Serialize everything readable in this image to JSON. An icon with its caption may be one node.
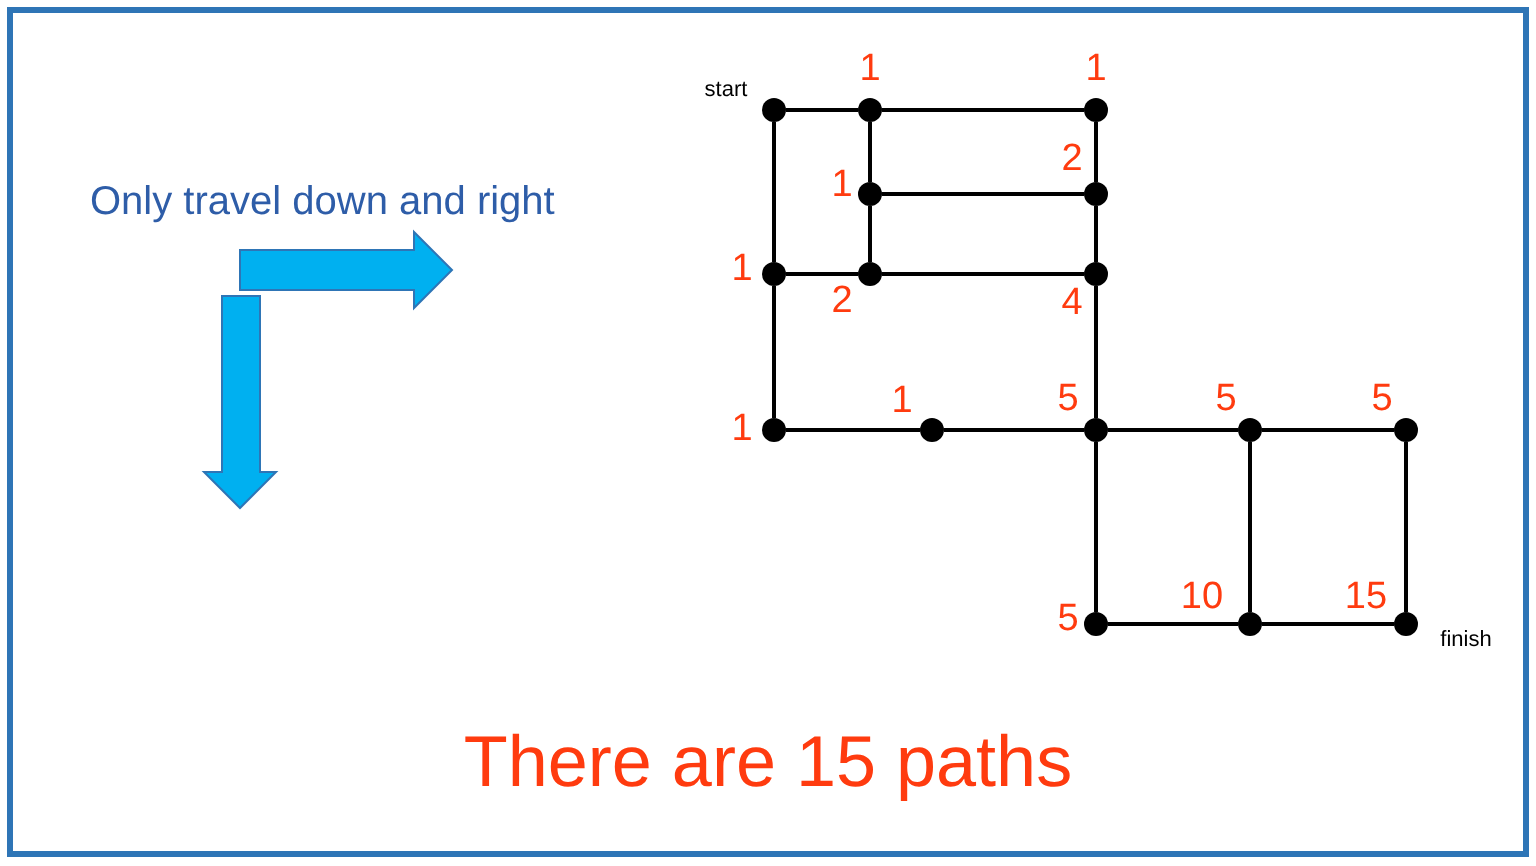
{
  "diagram": {
    "caption": "There are 15 paths",
    "nodes": [
      {
        "text": [],
        "shape": "circle",
        "beside": [
          "start"
        ]
      },
      {
        "text": [],
        "shape": "circle",
        "beside": [
          "1"
        ]
      },
      {
        "text": [],
        "shape": "circle",
        "beside": [
          "1"
        ]
      },
      {
        "text": [],
        "shape": "circle",
        "beside": [
          "1"
        ]
      },
      {
        "text": [],
        "shape": "circle",
        "beside": [
          "2"
        ]
      },
      {
        "text": [],
        "shape": "circle",
        "beside": [
          "1"
        ]
      },
      {
        "text": [],
        "shape": "circle",
        "beside": [
          "2"
        ]
      },
      {
        "text": [],
        "shape": "circle",
        "beside": [
          "4"
        ]
      },
      {
        "text": [],
        "shape": "circle",
        "beside": [
          "1"
        ]
      },
      {
        "text": [],
        "shape": "circle",
        "beside": [
          "1"
        ]
      },
      {
        "text": [],
        "shape": "circle",
        "beside": [
          "5"
        ]
      },
      {
        "text": [],
        "shape": "circle",
        "beside": [
          "5"
        ]
      },
      {
        "text": [],
        "shape": "circle",
        "beside": [
          "5"
        ]
      },
      {
        "text": [],
        "shape": "circle",
        "beside": [
          "5"
        ]
      },
      {
        "text": [],
        "shape": "circle",
        "beside": [
          "10"
        ]
      },
      {
        "text": [],
        "shape": "circle",
        "beside": [
          "15",
          "finish"
        ]
      }
    ],
    "edges": [
      {
        "from": 0,
        "to": 1,
        "arrow": "none"
      },
      {
        "from": 1,
        "to": 2,
        "arrow": "none"
      },
      {
        "from": 0,
        "to": 5,
        "arrow": "none"
      },
      {
        "from": 1,
        "to": 3,
        "arrow": "none"
      },
      {
        "from": 2,
        "to": 4,
        "arrow": "none"
      },
      {
        "from": 3,
        "to": 4,
        "arrow": "none"
      },
      {
        "from": 3,
        "to": 6,
        "arrow": "none"
      },
      {
        "from": 4,
        "to": 7,
        "arrow": "none"
      },
      {
        "from": 5,
        "to": 6,
        "arrow": "none"
      },
      {
        "from": 6,
        "to": 7,
        "arrow": "none"
      },
      {
        "from": 5,
        "to": 8,
        "arrow": "none"
      },
      {
        "from": 8,
        "to": 9,
        "arrow": "none"
      },
      {
        "from": 9,
        "to": 10,
        "arrow": "none"
      },
      {
        "from": 7,
        "to": 10,
        "arrow": "none"
      },
      {
        "from": 10,
        "to": 11,
        "arrow": "none"
      },
      {
        "from": 11,
        "to": 12,
        "arrow": "none"
      },
      {
        "from": 10,
        "to": 13,
        "arrow": "none"
      },
      {
        "from": 11,
        "to": 14,
        "arrow": "none"
      },
      {
        "from": 12,
        "to": 15,
        "arrow": "none"
      },
      {
        "from": 13,
        "to": 14,
        "arrow": "none"
      },
      {
        "from": 14,
        "to": 15,
        "arrow": "none"
      }
    ],
    "labels": [
      "Only travel down and right"
    ]
  }
}
